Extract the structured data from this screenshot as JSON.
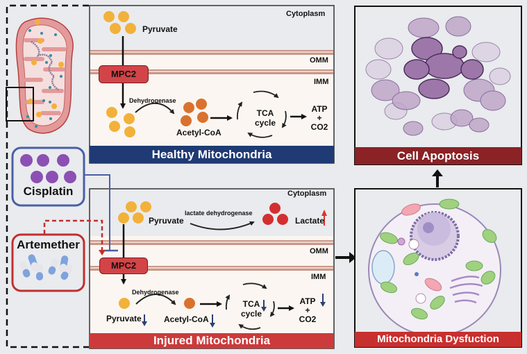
{
  "colors": {
    "background": "#e9ebee",
    "healthy_banner": "#1f3a74",
    "injured_banner": "#cc3a3b",
    "apoptosis_banner": "#8a2226",
    "dysfunction_banner": "#c8302f",
    "pyruvate": "#f2b13a",
    "acetyl_coa": "#d9722e",
    "lactate": "#d32f2f",
    "cisplatin": "#8c4fb3",
    "cisplatin_border": "#4a5fa6",
    "artemether_border": "#c0302f",
    "mpc2": "#d24447",
    "membrane": "#c9978a",
    "down_arrow": "#2d3f72",
    "up_arrow": "#d9342c"
  },
  "overview": {
    "mitochondrion_icon": "mitochondrion-cross-section",
    "zoom_box": "selection-box"
  },
  "drugs": {
    "cisplatin": {
      "label": "Cisplatin",
      "effect": "inhibits MPC2"
    },
    "artemether": {
      "label": "Artemether",
      "effect": "activates MPC2"
    }
  },
  "healthy": {
    "banner": "Healthy Mitochondria",
    "regions": {
      "cytoplasm": "Cytoplasm",
      "omm": "OMM",
      "imm": "IMM"
    },
    "pyruvate_label": "Pyruvate",
    "transporter": "MPC2",
    "enzyme": "Dehydrogenase",
    "acetyl_label": "Acetyl-CoA",
    "tca_line1": "TCA",
    "tca_line2": "cycle",
    "products_line1": "ATP",
    "products_plus": "+",
    "products_line2": "CO2"
  },
  "injured": {
    "banner": "Injured Mitochondria",
    "regions": {
      "cytoplasm": "Cytoplasm",
      "omm": "OMM",
      "imm": "IMM"
    },
    "pyruvate_label": "Pyruvate",
    "lactate_enzyme": "lactate dehydrogenase",
    "lactate_label": "Lactate",
    "lactate_trend": "up",
    "transporter": "MPC2",
    "enzyme": "Dehydrogenase",
    "pyruvate_inner_label": "Pyruvate",
    "pyruvate_trend": "down",
    "acetyl_label": "Acetyl-CoA",
    "acetyl_trend": "down",
    "tca_line1": "TCA",
    "tca_line2": "cycle",
    "tca_trend": "down",
    "products_line1": "ATP",
    "products_plus": "+",
    "products_line2": "CO2",
    "products_trend": "down"
  },
  "outcomes": {
    "dysfunction": {
      "banner": "Mitochondria Dysfuction",
      "image": "eukaryotic-cell"
    },
    "apoptosis": {
      "banner": "Cell Apoptosis",
      "image": "apoptotic-cell-cluster"
    }
  }
}
